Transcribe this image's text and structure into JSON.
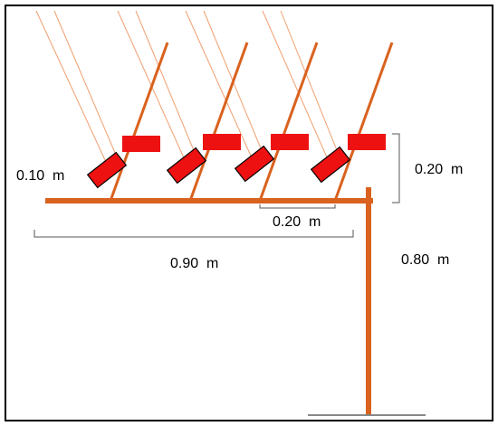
{
  "colors": {
    "frame": "#000000",
    "beam": "#d9621e",
    "ray": "#f0a070",
    "panel": "#ee1111",
    "panel_outline": "#000000",
    "ground": "#888888"
  },
  "labels": {
    "panel_width": "0.10  m",
    "height_offset": "0.20  m",
    "spacing": "0.20  m",
    "beam_length": "0.90  m",
    "post_height": "0.80  m"
  },
  "units": {
    "panel_count": 4
  }
}
